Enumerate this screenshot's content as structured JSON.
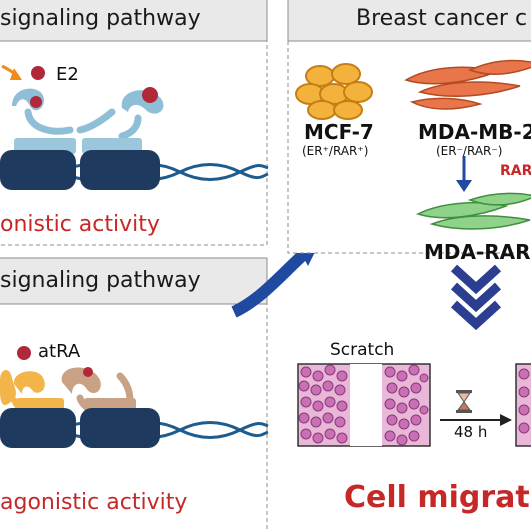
{
  "panels": {
    "er": {
      "title": "signaling pathway",
      "ligand": "E2",
      "activity": "onistic activity"
    },
    "rar": {
      "title": "signaling pathway",
      "ligand": "atRA",
      "activity": "agonistic activity"
    },
    "breast": {
      "title": "Breast cancer c",
      "cells": [
        {
          "name": "MCF-7",
          "receptors": "(ER⁺/RAR⁺)"
        },
        {
          "name": "MDA-MB-2",
          "receptors": "(ER⁻/RAR⁻)"
        }
      ],
      "transfection": "RAR",
      "engineered": "MDA-RARα"
    },
    "assay": {
      "scratch": "Scratch",
      "time": "48 h",
      "result": "Cell migrati"
    }
  },
  "colors": {
    "navy": "#1f3a5f",
    "light_blue": "#8fbfd6",
    "red": "#c62828",
    "orange": "#f08a1a",
    "ligand": "#b0283a"
  }
}
